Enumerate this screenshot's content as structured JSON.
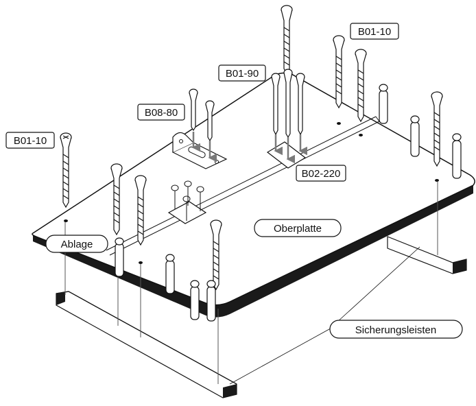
{
  "labels": {
    "b01_10_left": "B01-10",
    "b01_10_right": "B01-10",
    "b01_90": "B01-90",
    "b08_80": "B08-80",
    "b02_220": "B02-220",
    "oberplatte": "Oberplatte",
    "ablage": "Ablage",
    "sicherungsleisten": "Sicherungsleisten"
  },
  "colors": {
    "line": "#111111",
    "arrow": "#7a7a7a",
    "edge": "#1a1a1a",
    "background": "#ffffff"
  }
}
